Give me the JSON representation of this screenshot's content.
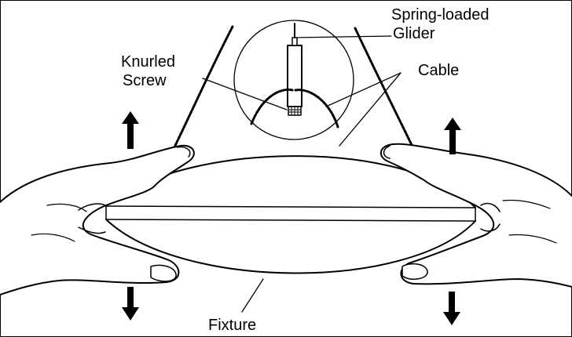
{
  "labels": {
    "spring_loaded": "Spring-loaded",
    "glider": "Glider",
    "knurled": "Knurled",
    "screw": "Screw",
    "cable": "Cable",
    "fixture": "Fixture"
  },
  "icons": {
    "arrows": [
      "arrow-up-icon",
      "arrow-down-icon"
    ]
  },
  "colors": {
    "line": "#000000",
    "background": "#ffffff"
  }
}
